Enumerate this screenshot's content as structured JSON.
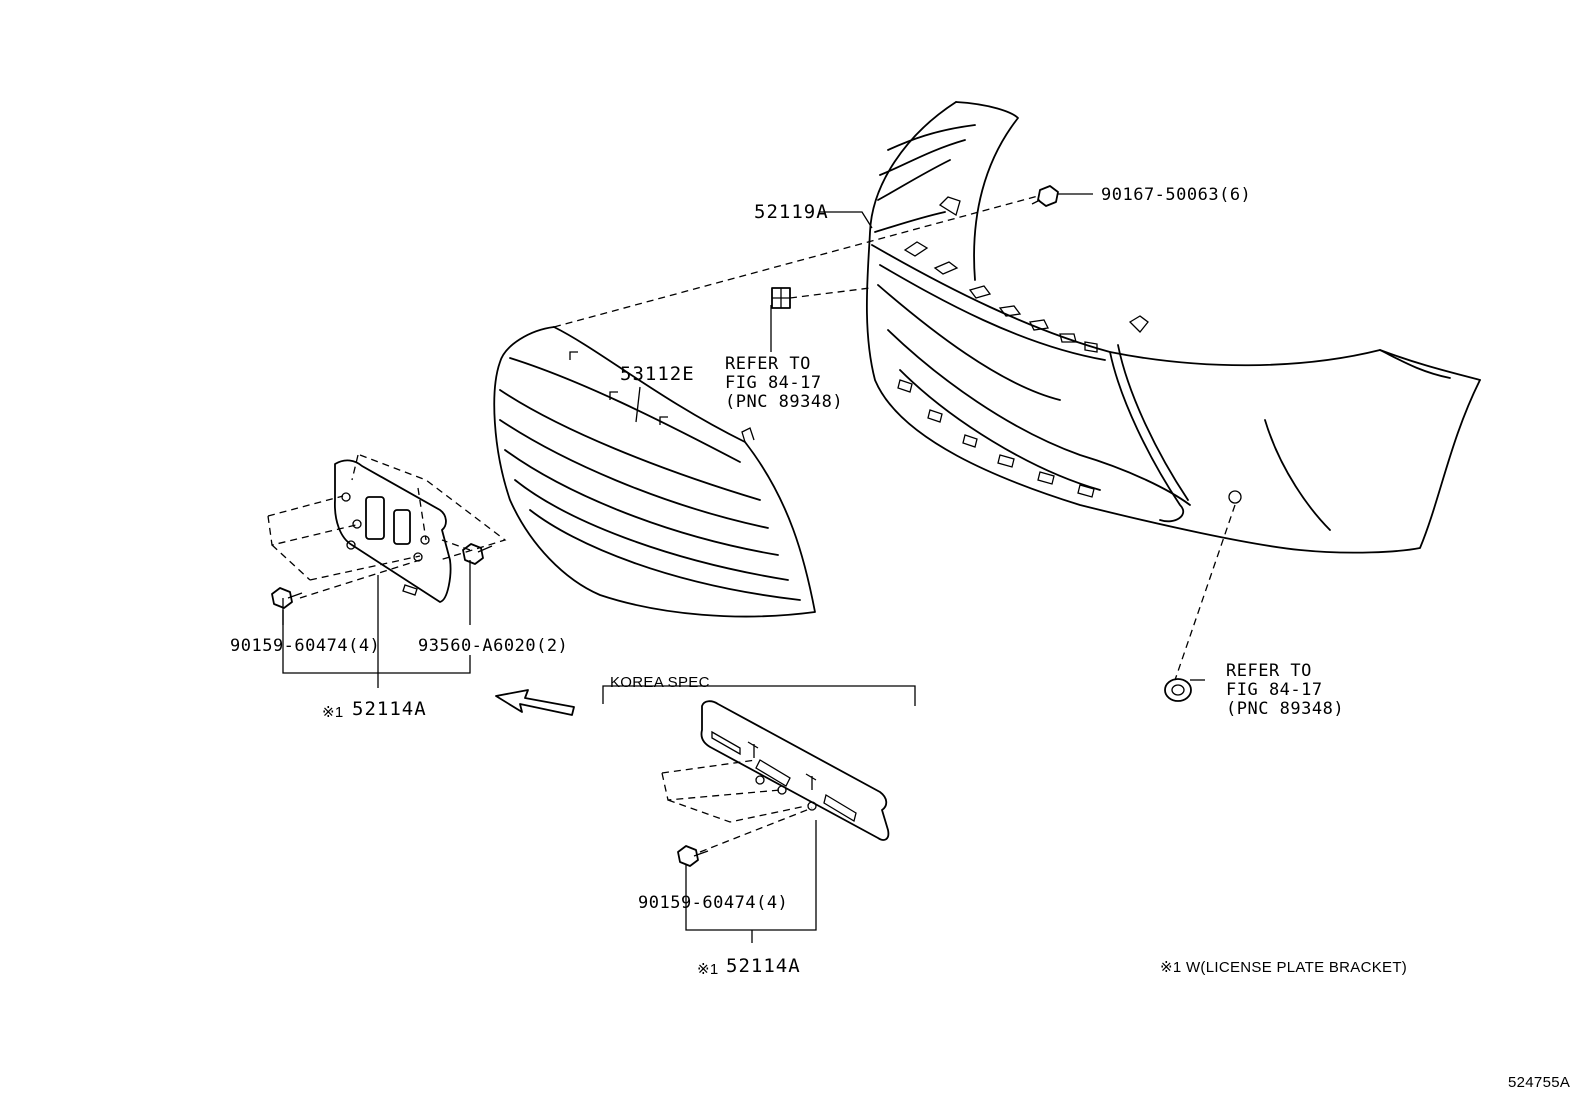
{
  "labels": {
    "bumper": "52119A",
    "bolt_bumper": "90167-50063(6)",
    "grille": "53112E",
    "refer_top": "REFER TO\nFIG 84-17\n(PNC 89348)",
    "refer_bottom": "REFER TO\nFIG 84-17\n(PNC 89348)",
    "screw_left": "90159-60474(4)",
    "nut_left": "93560-A6020(2)",
    "bracket_left_mark": "※1",
    "bracket_left": "52114A",
    "korea_spec": "KOREA SPEC",
    "screw_korea": "90159-60474(4)",
    "bracket_korea_mark": "※1",
    "bracket_korea": "52114A",
    "footnote": "※1 W(LICENSE PLATE BRACKET)",
    "figure_id": "524755A"
  }
}
